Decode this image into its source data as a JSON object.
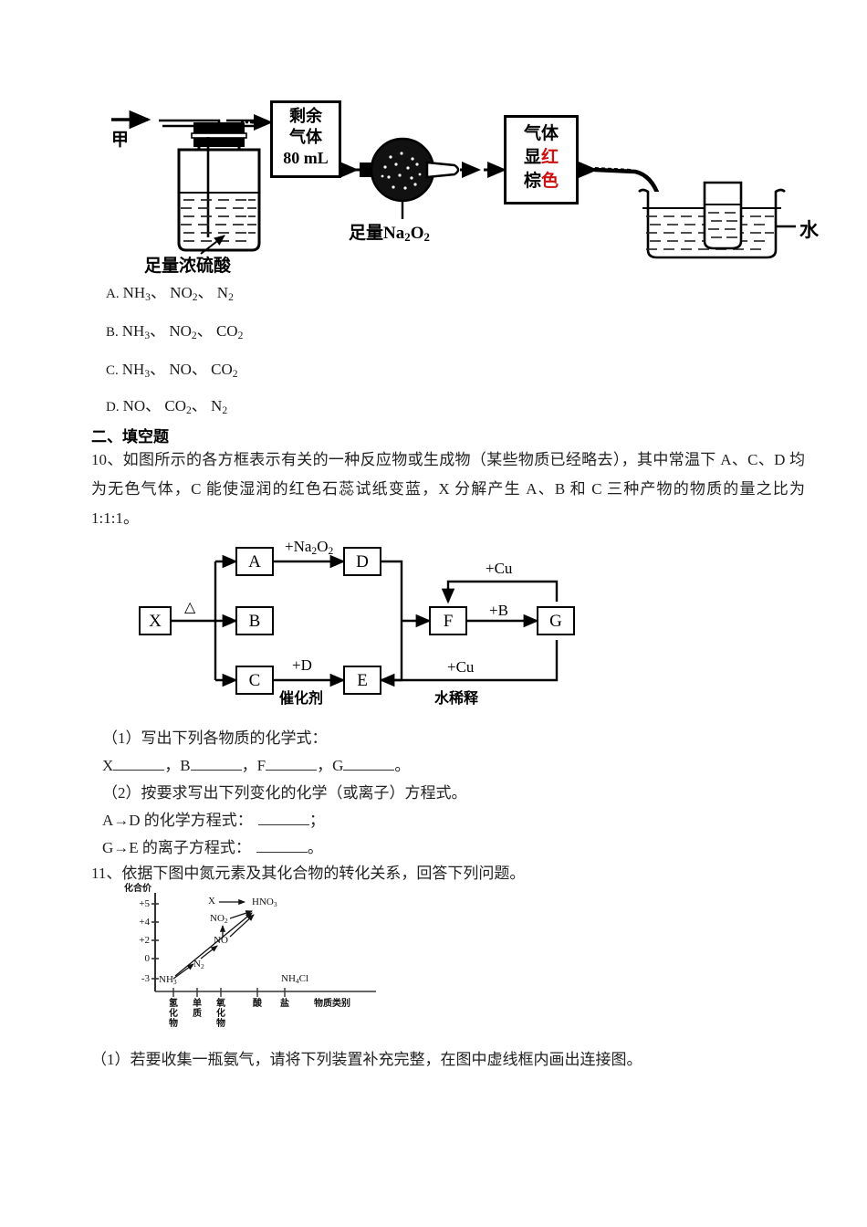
{
  "question9": {
    "apparatus": {
      "inlet_label": "甲",
      "washing_bottle_caption": "足量浓硫酸",
      "residual_box_lines": [
        "剩余",
        "气体",
        "80 mL"
      ],
      "na2o2_caption_prefix": "足量",
      "na2o2_formula": "Na2O2",
      "color_box_lines": [
        "气体",
        "显红",
        "棕色"
      ],
      "color_box_black_parts": [
        "气体",
        "显",
        "棕"
      ],
      "color_box_red_parts": [
        "红",
        "色"
      ],
      "water_label": "水",
      "red_hex": "#cc1111"
    },
    "options": [
      {
        "letter": "A.",
        "items": [
          "NH3",
          "NO2",
          "N2"
        ]
      },
      {
        "letter": "B.",
        "items": [
          "NH3",
          "NO2",
          "CO2"
        ]
      },
      {
        "letter": "C.",
        "items": [
          "NH3",
          "NO",
          "CO2"
        ]
      },
      {
        "letter": "D.",
        "items": [
          "NO",
          "CO2",
          "N2"
        ]
      }
    ]
  },
  "section2": {
    "title": "二、填空题"
  },
  "question10": {
    "stem": "10、如图所示的各方框表示有关的一种反应物或生成物（某些物质已经略去），其中常温下 A、C、D 均为无色气体，C 能使湿润的红色石蕊试纸变蓝，X 分解产生 A、B 和 C 三种产物的物质的量之比为 1:1:1。",
    "flow": {
      "nodes": [
        "X",
        "A",
        "B",
        "C",
        "D",
        "E",
        "F",
        "G"
      ],
      "edge_labels": {
        "x_heat": "△",
        "a_to_d": "+Na2O2",
        "c_to_e_top": "+D",
        "c_to_e_bottom": "催化剂",
        "g_to_f": "+Cu",
        "f_to_g": "+B",
        "g_to_e_top": "+Cu",
        "g_to_e_bottom": "水稀释"
      }
    },
    "sub1_title": "（1）写出下列各物质的化学式：",
    "sub1_blanks": [
      "X",
      "，B",
      "，F",
      "，G"
    ],
    "sub1_end": "。",
    "sub2_title": "（2）按要求写出下列变化的化学（或离子）方程式。",
    "sub2_line1_pre": "A→D 的化学方程式：",
    "sub2_line1_post": "；",
    "sub2_line2_pre": "G→E 的离子方程式：",
    "sub2_line2_post": "。"
  },
  "question11": {
    "stem": "11、依据下图中氮元素及其化合物的转化关系，回答下列问题。",
    "sub1": "（1）若要收集一瓶氨气，请将下列装置补充完整，在图中虚线框内画出连接图。"
  },
  "chart_data": {
    "type": "scatter",
    "title": "",
    "ylabel": "化合价",
    "xlabel": "物质类别",
    "yticks": [
      "+5",
      "+4",
      "+2",
      "0",
      "-3"
    ],
    "ytick_values": [
      5,
      4,
      2,
      0,
      -3
    ],
    "categories": [
      "氢化物",
      "单质",
      "氧化物",
      "酸",
      "盐"
    ],
    "grid": false,
    "legend": "none",
    "points": [
      {
        "label": "NH3",
        "category": "氢化物",
        "oxidation": -3
      },
      {
        "label": "N2",
        "category": "单质",
        "oxidation": 0
      },
      {
        "label": "NO",
        "category": "氧化物",
        "oxidation": 2
      },
      {
        "label": "NO2",
        "category": "氧化物",
        "oxidation": 4
      },
      {
        "label": "HNO3",
        "category": "酸",
        "oxidation": 5
      },
      {
        "label": "NH4Cl",
        "category": "盐",
        "oxidation": -3
      },
      {
        "label": "X",
        "category": "",
        "oxidation": 5
      }
    ],
    "arrows": [
      {
        "from": "NH3",
        "to": "N2"
      },
      {
        "from": "N2",
        "to": "NO"
      },
      {
        "from": "NO",
        "to": "NO2"
      },
      {
        "from": "NO",
        "to": "HNO3"
      },
      {
        "from": "NO2",
        "to": "HNO3"
      },
      {
        "from": "NH3",
        "to": "HNO3"
      },
      {
        "from": "X",
        "to": "HNO3"
      }
    ]
  }
}
